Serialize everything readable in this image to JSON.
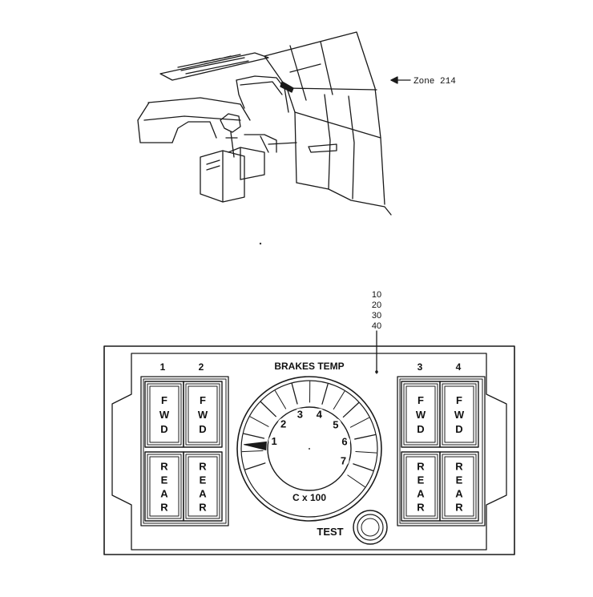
{
  "illustration": {
    "zone_label": "Zone 214"
  },
  "panel": {
    "callout_refs": [
      "10",
      "20",
      "30",
      "40"
    ],
    "title": "BRAKES TEMP",
    "wheel_numbers": [
      "1",
      "2",
      "3",
      "4"
    ],
    "fwd_label": "FWD",
    "rear_label": "REAR",
    "dial": {
      "scale_labels": [
        "1",
        "2",
        "3",
        "4",
        "5",
        "6",
        "7"
      ],
      "unit": "C x 100",
      "needle_value": 0.7
    },
    "test_label": "TEST"
  }
}
